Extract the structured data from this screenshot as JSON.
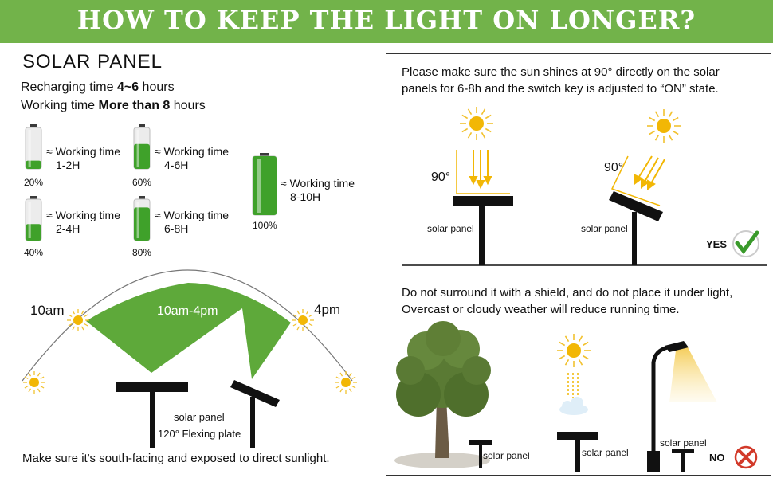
{
  "header": {
    "title": "HOW TO KEEP THE LIGHT ON LONGER?"
  },
  "left": {
    "section_title": "SOLAR PANEL",
    "recharging": {
      "label": "Recharging time ",
      "value": "4~6",
      "unit": " hours"
    },
    "working": {
      "label": "Working time ",
      "value": "More than 8",
      "unit": " hours"
    },
    "batteries": [
      {
        "level": 20,
        "percent_label": "20%",
        "line1": "≈ Working time",
        "line2": "1-2H"
      },
      {
        "level": 60,
        "percent_label": "60%",
        "line1": "≈ Working time",
        "line2": "4-6H"
      },
      {
        "level": 100,
        "percent_label": "100%",
        "line1": "≈ Working time",
        "line2": "8-10H"
      },
      {
        "level": 40,
        "percent_label": "40%",
        "line1": "≈ Working time",
        "line2": "2-4H"
      },
      {
        "level": 80,
        "percent_label": "80%",
        "line1": "≈ Working time",
        "line2": "6-8H"
      }
    ],
    "arc": {
      "start_label": "10am",
      "end_label": "4pm",
      "range_label": "10am-4pm"
    },
    "panel_label": "solar panel",
    "flex_label": "120° Flexing plate",
    "footer": "Make sure it's south-facing and exposed to direct sunlight."
  },
  "right": {
    "top_text_1": "Please make sure the sun shines at 90° directly on the solar",
    "top_text_2": "panels for 6-8h and the switch key is adjusted to “ON” state.",
    "angle_label_1": "90°",
    "angle_label_2": "90°",
    "panel_label_1": "solar panel",
    "panel_label_2": "solar panel",
    "yes_label": "YES",
    "bottom_text_1": "Do not surround it with a shield, and do not place it under light,",
    "bottom_text_2": "Overcast or cloudy weather will reduce running time.",
    "panel_label_3": "solar panel",
    "panel_label_4": "solar panel",
    "panel_label_5": "solar panel",
    "no_label": "NO"
  },
  "colors": {
    "banner": "#72b34a",
    "battery_green": "#3fa12a",
    "sector": "#5ea93a",
    "sun": "#f2b705",
    "ray": "#f2c230"
  }
}
